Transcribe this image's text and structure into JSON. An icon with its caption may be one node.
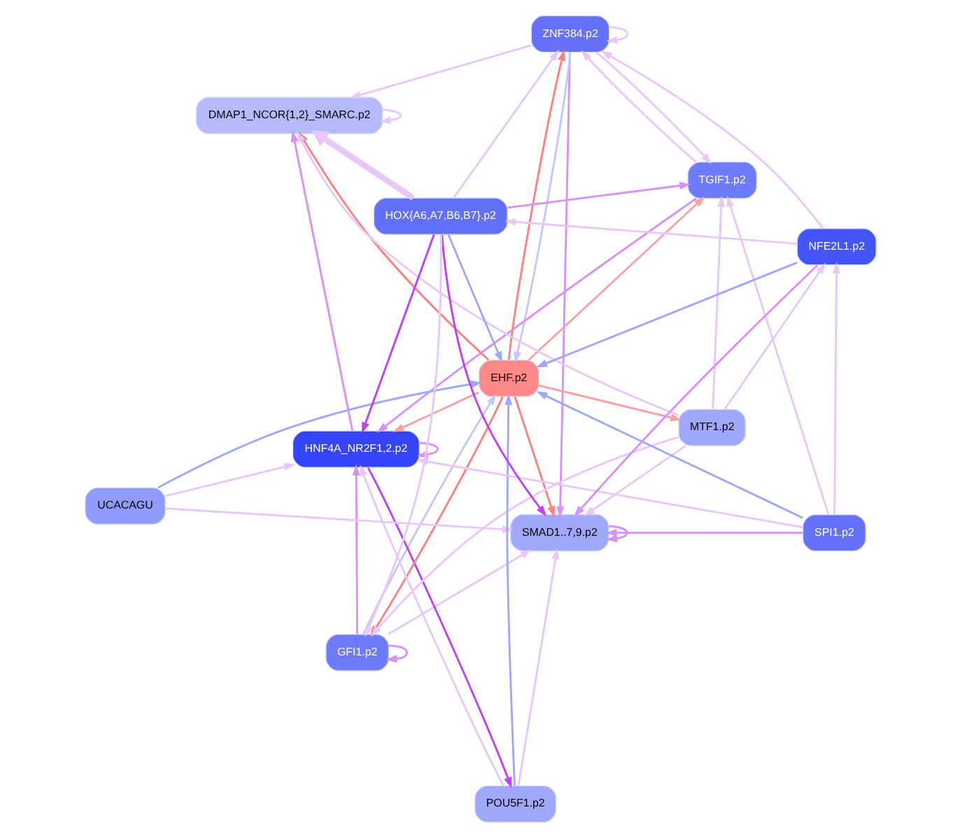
{
  "diagram": {
    "nodes": [
      {
        "text": [
          "SMAD1..7,9.p2"
        ]
      },
      {
        "text": [
          "ZNF384.p2"
        ]
      },
      {
        "text": [
          "GFI1.p2"
        ]
      },
      {
        "text": [
          "DMAP1_NCOR{1,2}_SMARC.p2"
        ]
      },
      {
        "text": [
          "TGIF1.p2"
        ]
      },
      {
        "text": [
          "HNF4A_NR2F1,2.p2"
        ]
      },
      {
        "text": [
          "EHF.p2"
        ]
      },
      {
        "text": [
          "MTF1.p2"
        ]
      },
      {
        "text": [
          "UCACAGU"
        ]
      },
      {
        "text": [
          "POU5F1.p2"
        ]
      },
      {
        "text": [
          "SPI1.p2"
        ]
      },
      {
        "text": [
          "HOX{A6,A7,B6,B7}.p2"
        ]
      },
      {
        "text": [
          "NFE2L1.p2"
        ]
      }
    ],
    "edges": [
      {
        "from": 0,
        "to": 0,
        "arrow": "to",
        "color": "#d890fa"
      },
      {
        "from": 1,
        "to": 1,
        "arrow": "to"
      },
      {
        "from": 2,
        "to": 2,
        "arrow": "to",
        "color": "#d890fa"
      },
      {
        "from": 3,
        "to": 3,
        "arrow": "to"
      },
      {
        "from": 5,
        "to": 5,
        "arrow": "to",
        "color": "#d890fa"
      },
      {
        "from": 1,
        "to": 0,
        "arrow": "to",
        "color": "#d890fa"
      },
      {
        "from": 1,
        "to": 3,
        "arrow": "to"
      },
      {
        "from": 2,
        "to": 0,
        "arrow": "to"
      },
      {
        "from": 2,
        "to": 5,
        "arrow": "to",
        "color": "#d890fa"
      },
      {
        "from": 4,
        "to": 5,
        "arrow": "to",
        "color": "#d890fa"
      },
      {
        "from": 5,
        "to": 3,
        "arrow": "to",
        "color": "#d890fa"
      },
      {
        "from": 6,
        "to": 0,
        "arrow": "to",
        "color": "#ff8080"
      },
      {
        "from": 6,
        "to": 1,
        "arrow": "to",
        "color": "#ff8080"
      },
      {
        "from": 6,
        "to": 2,
        "arrow": "to",
        "color": "#ff8080"
      },
      {
        "from": 6,
        "to": 3,
        "arrow": "to",
        "color": "#ff8080"
      },
      {
        "from": 6,
        "to": 4,
        "arrow": "to",
        "color": "#ffa0a0"
      },
      {
        "from": 6,
        "to": 5,
        "arrow": "to",
        "color": "#ffa0a0"
      },
      {
        "from": 6,
        "to": 7,
        "arrow": "to",
        "color": "#ffa0a0"
      },
      {
        "from": 1,
        "to": 6,
        "arrow": "to",
        "color": "#c0c8fc"
      },
      {
        "from": 2,
        "to": 6,
        "arrow": "to",
        "color": "#c0c8fc"
      },
      {
        "from": 8,
        "to": 6,
        "arrow": "to",
        "color": "#a0a8fb"
      },
      {
        "from": 10,
        "to": 6,
        "arrow": "to",
        "color": "#a0a8fb"
      },
      {
        "from": 12,
        "to": 6,
        "arrow": "to",
        "color": "#a0a8fb"
      },
      {
        "from": 11,
        "to": 6,
        "arrow": "to",
        "color": "#a0a8fb"
      },
      {
        "from": 9,
        "to": 6,
        "arrow": "to",
        "color": "#a0a8fb"
      },
      {
        "from": 11,
        "to": 0,
        "arrow": "to",
        "color": "#c040f8"
      },
      {
        "from": 12,
        "to": 0,
        "arrow": "to",
        "color": "#d890fa"
      },
      {
        "from": 10,
        "to": 0,
        "arrow": "to",
        "color": "#d890fa"
      },
      {
        "from": 5,
        "to": 9,
        "arrow": "to",
        "color": "#c040f8"
      },
      {
        "from": 11,
        "to": 5,
        "arrow": "to",
        "color": "#c040f8"
      },
      {
        "from": 7,
        "to": 0,
        "arrow": "to"
      },
      {
        "from": 7,
        "to": 2,
        "arrow": "to"
      },
      {
        "from": 7,
        "to": 4,
        "arrow": "to"
      },
      {
        "from": 7,
        "to": 3,
        "arrow": "to"
      },
      {
        "from": 7,
        "to": 12,
        "arrow": "to"
      },
      {
        "from": 1,
        "to": 4,
        "arrow": "to"
      },
      {
        "from": 11,
        "to": 3,
        "arrow": "to",
        "style": "thick"
      },
      {
        "from": 11,
        "to": 1,
        "arrow": "to"
      },
      {
        "from": 11,
        "to": 2,
        "arrow": "to"
      },
      {
        "from": 11,
        "to": 4,
        "arrow": "to",
        "color": "#d890fa"
      },
      {
        "from": 12,
        "to": 11,
        "arrow": "to"
      },
      {
        "from": 10,
        "to": 12,
        "arrow": "to"
      },
      {
        "from": 10,
        "to": 4,
        "arrow": "to"
      },
      {
        "from": 10,
        "to": 5,
        "arrow": "to"
      },
      {
        "from": 8,
        "to": 5,
        "arrow": "to"
      },
      {
        "from": 8,
        "to": 0,
        "arrow": "to"
      },
      {
        "from": 9,
        "to": 0,
        "arrow": "to"
      },
      {
        "from": 9,
        "to": 5,
        "arrow": "to"
      },
      {
        "from": 12,
        "to": 1,
        "arrow": "to"
      },
      {
        "from": 4,
        "to": 1,
        "arrow": "to"
      }
    ]
  }
}
